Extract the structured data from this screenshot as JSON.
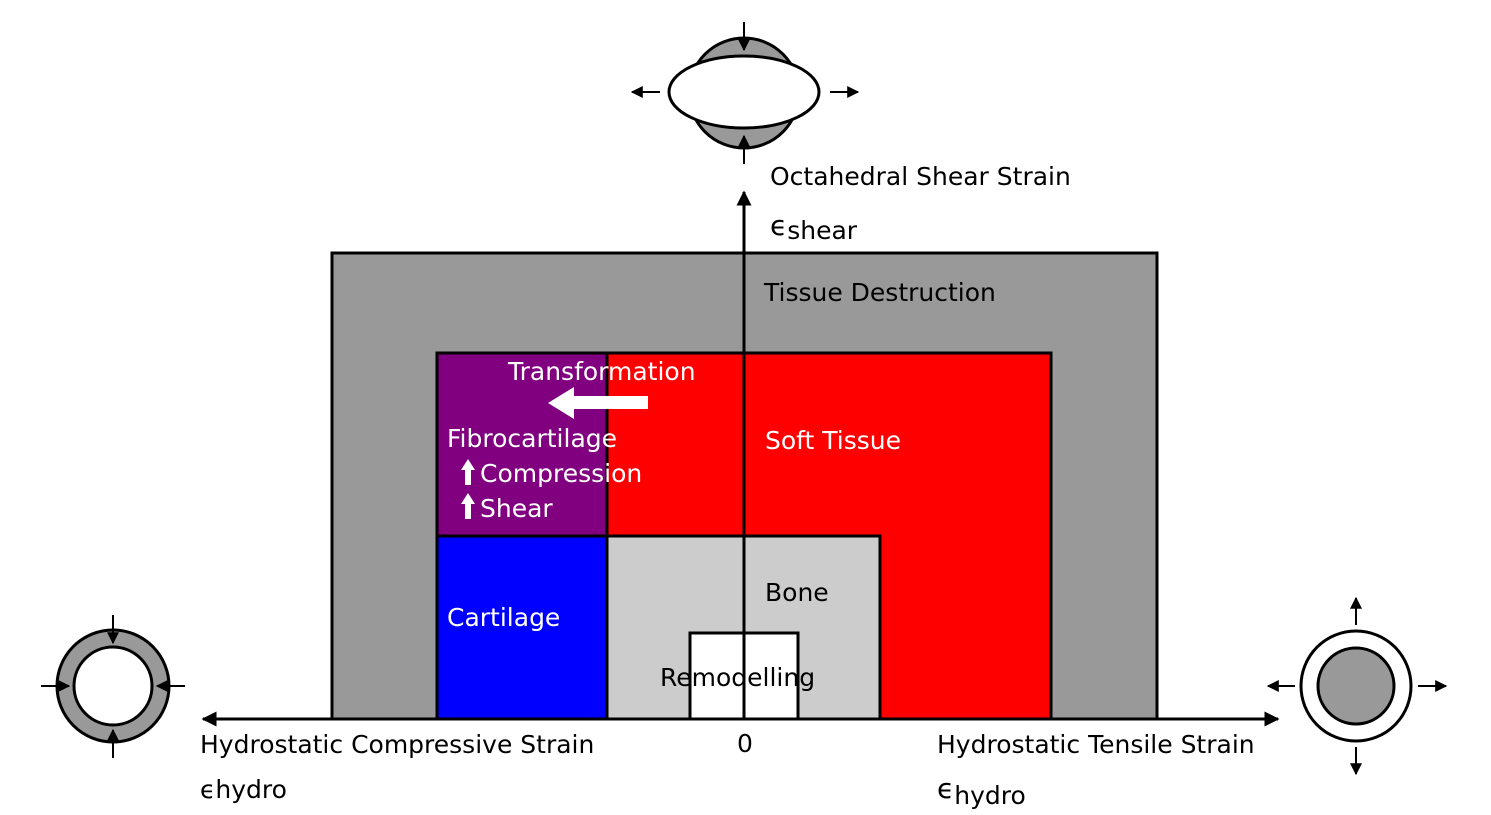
{
  "labels": {
    "tissue_destruction": "Tissue Destruction",
    "transformation": "Transformation",
    "fibrocartilage": "Fibrocartilage",
    "compression": "Compression",
    "shear": "Shear",
    "soft_tissue": "Soft Tissue",
    "cartilage": "Cartilage",
    "bone": "Bone",
    "remodelling": "Remodelling",
    "origin": "0"
  },
  "axes": {
    "y_label": "Octahedral Shear Strain",
    "y_symbol": "ϵ",
    "y_subscript": "shear",
    "x_left_label": "Hydrostatic Compressive Strain",
    "x_left_symbol": "ϵhydro",
    "x_right_label": "Hydrostatic Tensile Strain",
    "x_right_symbol": "ϵ",
    "x_right_subscript": "hydro"
  },
  "colors": {
    "tissue_destruction": "#999999",
    "soft_tissue": "#ff0000",
    "fibrocartilage": "#800080",
    "cartilage": "#0000ff",
    "bone": "#cccccc",
    "remodelling": "#ffffff",
    "strain_icon_fill": "#999999"
  },
  "icons": {
    "top": "shear-ellipse-icon",
    "left": "compression-ring-icon",
    "right": "tension-ring-icon",
    "up_arrow_1": "up-arrow-icon",
    "up_arrow_2": "up-arrow-icon",
    "transformation_arrow": "left-arrow-icon"
  }
}
